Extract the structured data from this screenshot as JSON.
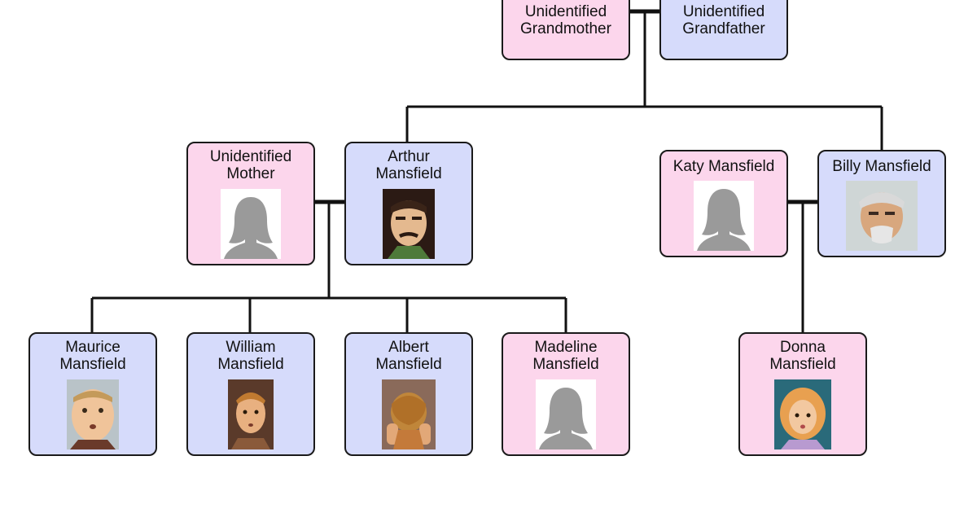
{
  "colors": {
    "female_box": "#fcd6ec",
    "male_box": "#d6dbfb",
    "border": "#1a1a1a",
    "silhouette": "#9a9a9a"
  },
  "people": {
    "grandmother": {
      "name": "Unidentified\nGrandmother",
      "portrait": "none"
    },
    "grandfather": {
      "name": "Unidentified\nGrandfather",
      "portrait": "none"
    },
    "unidentified_mother": {
      "name": "Unidentified\nMother",
      "portrait": "female-silhouette-icon"
    },
    "arthur": {
      "name": "Arthur\nMansfield",
      "portrait": "comic-portrait-arthur"
    },
    "katy": {
      "name": "Katy Mansfield",
      "portrait": "female-silhouette-icon"
    },
    "billy": {
      "name": "Billy Mansfield",
      "portrait": "comic-portrait-billy"
    },
    "maurice": {
      "name": "Maurice\nMansfield",
      "portrait": "comic-portrait-maurice"
    },
    "william": {
      "name": "William\nMansfield",
      "portrait": "comic-portrait-william"
    },
    "albert": {
      "name": "Albert\nMansfield",
      "portrait": "comic-portrait-albert"
    },
    "madeline": {
      "name": "Madeline\nMansfield",
      "portrait": "female-silhouette-icon"
    },
    "donna": {
      "name": "Donna\nMansfield",
      "portrait": "comic-portrait-donna"
    }
  }
}
